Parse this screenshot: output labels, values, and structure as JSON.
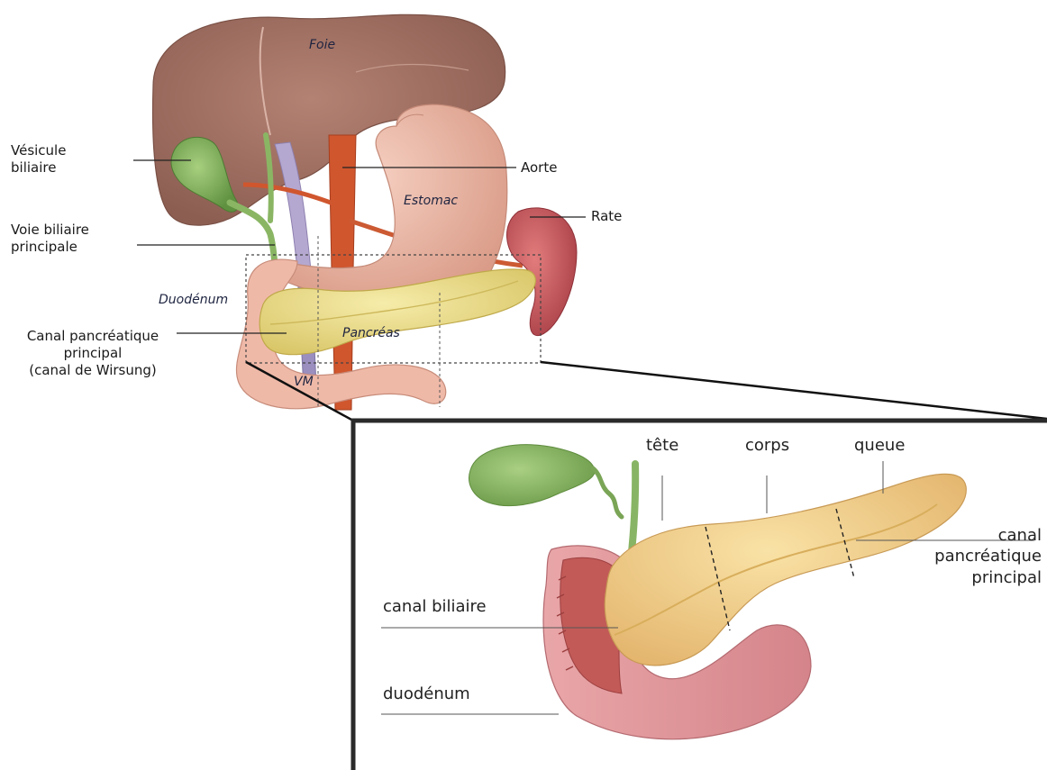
{
  "overview": {
    "organs": {
      "liver": "Foie",
      "stomach": "Estomac",
      "pancreas": "Pancréas",
      "duodenum": "Duodénum",
      "vm": "VM"
    },
    "callouts": {
      "gallbladder": [
        "Vésicule",
        "biliaire"
      ],
      "common_bile_duct": [
        "Voie biliaire",
        "principale"
      ],
      "main_pancreatic_duct": [
        "Canal pancréatique",
        "principal",
        "(canal de Wirsung)"
      ],
      "aorta": "Aorte",
      "spleen": "Rate"
    }
  },
  "detail": {
    "regions": {
      "head": "tête",
      "body": "corps",
      "tail": "queue"
    },
    "callouts": {
      "main_pancreatic_duct": [
        "canal",
        "pancréatique",
        "principal"
      ],
      "bile_duct": "canal biliaire",
      "duodenum": "duodénum"
    }
  },
  "colors": {
    "liver": "#9a6a5c",
    "stomach": "#eab4a2",
    "gallbladder": "#7aab55",
    "pancreas": "#ecdc84",
    "pancreas_detail": "#f2d08e",
    "aorta": "#d0562e",
    "spleen": "#c4535a",
    "duodenum_detail": "#e39a9e",
    "duodenum_inner": "#c25a58"
  }
}
